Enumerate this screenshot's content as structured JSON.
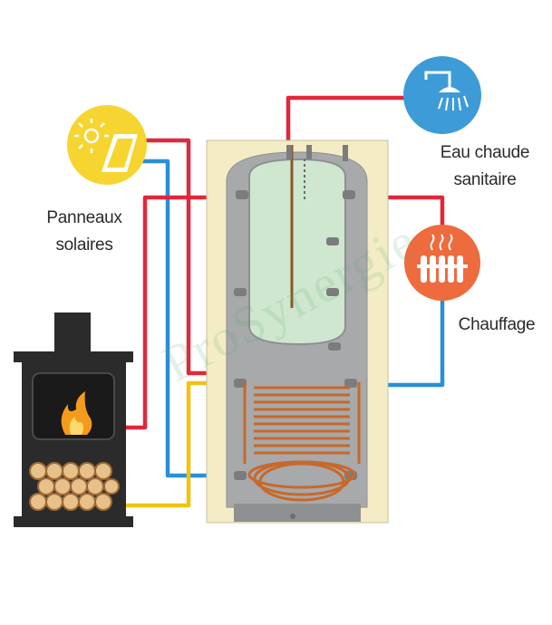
{
  "labels": {
    "solar_line1": "Panneaux",
    "solar_line2": "solaires",
    "ecs_line1": "Eau chaude",
    "ecs_line2": "sanitaire",
    "heating": "Chauffage"
  },
  "watermark": "ProSynergie",
  "icons": [
    "solar-panel-icon",
    "shower-icon",
    "radiator-icon",
    "wood-stove-icon"
  ],
  "colors": {
    "hot_pipe": "#e0283a",
    "cold_pipe": "#2a8fd6",
    "stove_pipe": "#f2c20f",
    "tank_jacket": "#f3ecc5",
    "tank_body": "#a7a9ab",
    "tank_inner": "#cfe6cf",
    "coil": "#c8682a",
    "solar_icon": "#f6d531",
    "shower_icon": "#3d9bd8",
    "radiator_icon": "#ee6b3d",
    "stove": "#2b2b2b"
  }
}
